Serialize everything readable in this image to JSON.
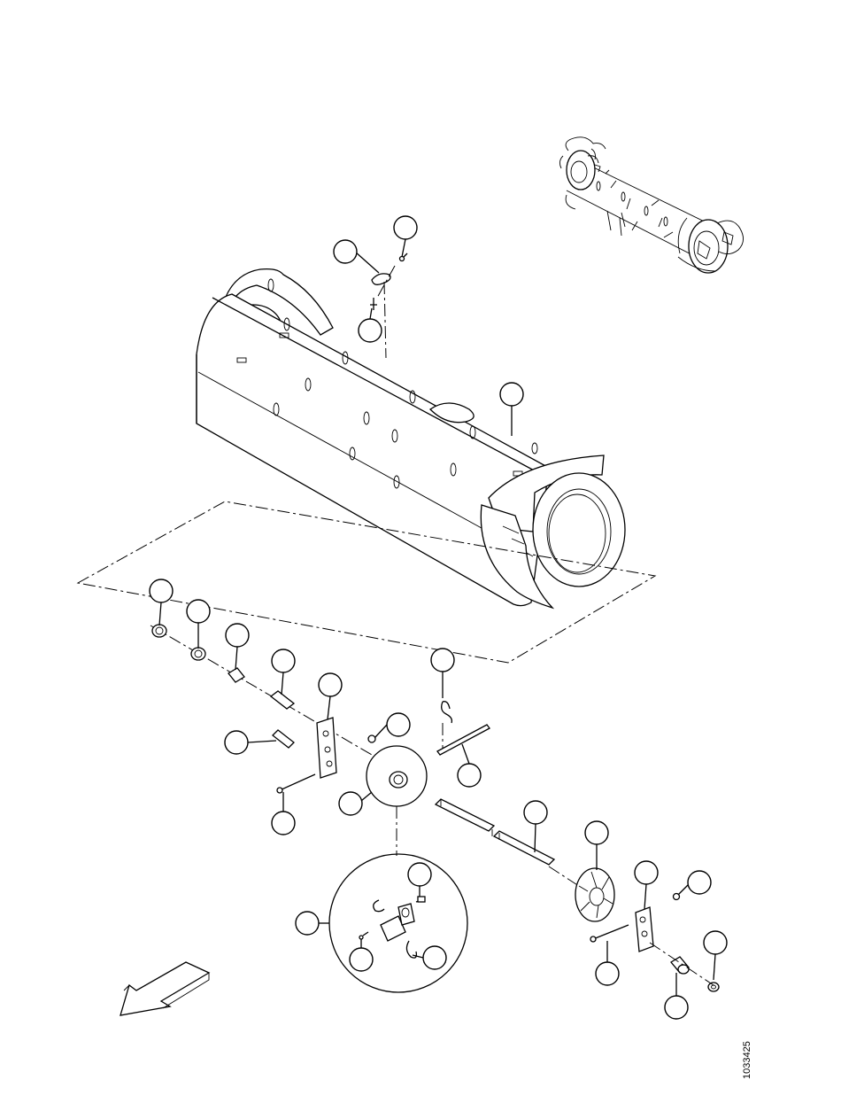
{
  "document_number": "1033425",
  "callouts": [
    {
      "id": "c-clip-top-left"
    },
    {
      "id": "c-bolt-top"
    },
    {
      "id": "c-pin-top"
    },
    {
      "id": "c-drum"
    },
    {
      "id": "c-bushing-1"
    },
    {
      "id": "c-bushing-2"
    },
    {
      "id": "c-spacer"
    },
    {
      "id": "c-shaft-stub"
    },
    {
      "id": "c-bracket-left"
    },
    {
      "id": "c-cotter-pin"
    },
    {
      "id": "c-nut-left"
    },
    {
      "id": "c-pin-left"
    },
    {
      "id": "c-rod"
    },
    {
      "id": "c-bolt-left"
    },
    {
      "id": "c-hub-assembly"
    },
    {
      "id": "c-hex-shaft"
    },
    {
      "id": "c-sprocket"
    },
    {
      "id": "c-bracket-right"
    },
    {
      "id": "c-nut-right"
    },
    {
      "id": "c-washer"
    },
    {
      "id": "c-bolt-right"
    },
    {
      "id": "c-bushing-right"
    },
    {
      "id": "c-detail-key"
    },
    {
      "id": "c-detail-housing"
    },
    {
      "id": "c-detail-screw"
    },
    {
      "id": "c-detail-spring"
    }
  ],
  "icons": {
    "direction": "direction-arrow-icon"
  }
}
